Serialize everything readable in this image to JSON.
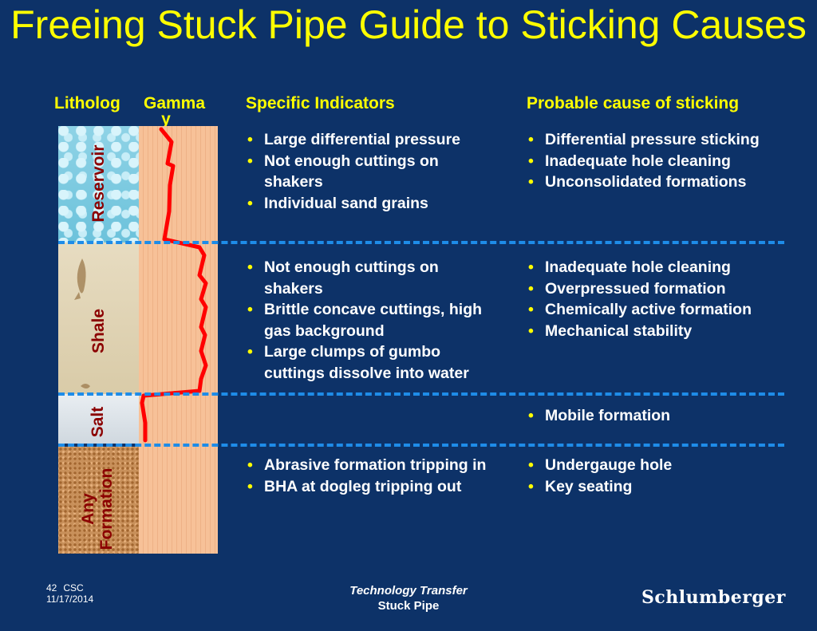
{
  "title": "Freeing Stuck Pipe Guide to Sticking Causes",
  "headers": {
    "litholog": "Litholog",
    "gamma": "Gamma",
    "gamma_wrap": "y",
    "indicators": "Specific Indicators",
    "cause": "Probable cause of sticking"
  },
  "strata": {
    "reservoir": "Reservoir",
    "shale": "Shale",
    "salt": "Salt",
    "any_line1": "Any",
    "any_line2": "Formation"
  },
  "sections": [
    {
      "indicators": [
        "Large differential pressure",
        "Not enough cuttings on shakers",
        "Individual sand grains"
      ],
      "causes": [
        "Differential pressure sticking",
        "Inadequate hole cleaning",
        "Unconsolidated formations"
      ]
    },
    {
      "indicators": [
        "Not enough cuttings on shakers",
        "Brittle concave cuttings, high gas background",
        "Large clumps of gumbo cuttings dissolve into water"
      ],
      "causes": [
        "Inadequate hole cleaning",
        "Overpressued formation",
        "Chemically active formation",
        "Mechanical stability"
      ]
    },
    {
      "indicators": [],
      "causes": [
        "Mobile formation"
      ]
    },
    {
      "indicators": [
        "Abrasive formation tripping in",
        "BHA at dogleg tripping out"
      ],
      "causes": [
        "Undergauge hole",
        "Key seating"
      ]
    }
  ],
  "footer": {
    "page": "42",
    "org": "CSC",
    "date": "11/17/2014",
    "line1": "Technology Transfer",
    "line2": "Stuck Pipe",
    "logo": "Schlumberger"
  },
  "colors": {
    "background": "#0d3268",
    "title": "#ffff00",
    "bullet": "#ffff00",
    "text": "#ffffff",
    "divider": "#1e8ce8",
    "gamma_curve": "#ff0000",
    "strata_label": "#8b0000"
  }
}
